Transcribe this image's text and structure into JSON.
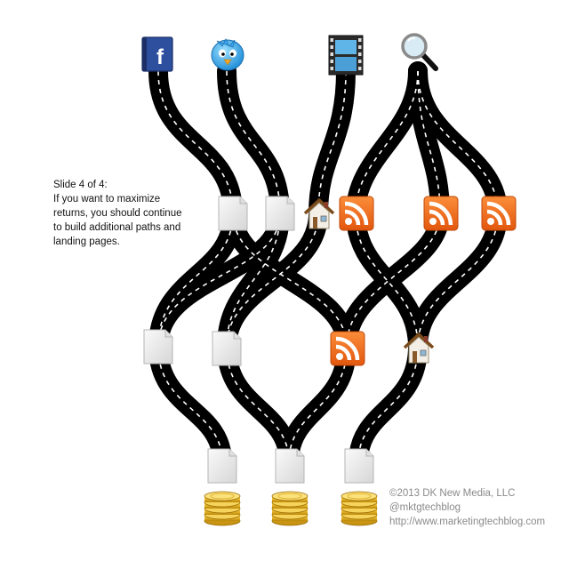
{
  "caption": {
    "lines": [
      "Slide 4 of 4:",
      "If you want to maximize",
      "returns, you should continue",
      "to build additional paths and",
      "landing pages."
    ]
  },
  "credits": {
    "copyright": "©2013 DK New Media, LLC",
    "handle": "@mktgtechblog",
    "url": "http://www.marketingtechblog.com"
  },
  "sources": [
    {
      "icon": "facebook-icon",
      "label": "f"
    },
    {
      "icon": "twitter-bird-icon"
    },
    {
      "icon": "video-film-icon"
    },
    {
      "icon": "search-magnifier-icon"
    }
  ],
  "colors": {
    "road": "#000000",
    "lane": "#ffffff",
    "rss": "#f06a1a",
    "facebook": "#2d4f9e",
    "twitter": "#3fa9f5",
    "coin": "#e8b72a",
    "page": "#e9e9e9"
  }
}
